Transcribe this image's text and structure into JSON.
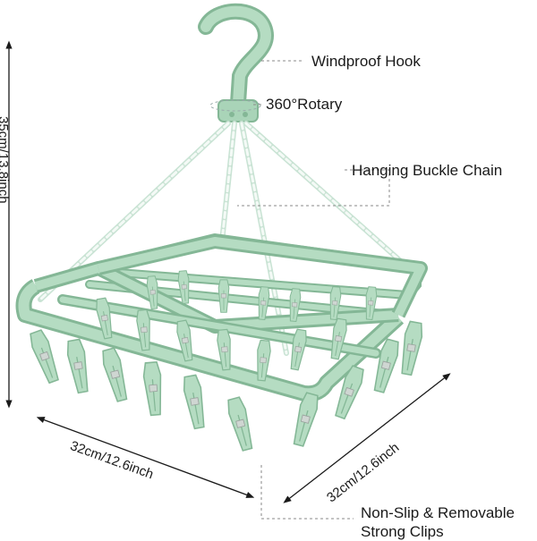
{
  "callouts": {
    "hook": "Windproof Hook",
    "rotary": "360°Rotary",
    "chain": "Hanging Buckle Chain",
    "clips_line1": "Non-Slip & Removable",
    "clips_line2": "Strong Clips"
  },
  "dimensions": {
    "height": "35cm/13.8inch",
    "width": "32cm/12.6inch",
    "depth": "32cm/12.6inch"
  },
  "colors": {
    "product": "#b5dcc2",
    "product_dark": "#84b796",
    "chain": "#e9f4ee",
    "dimension_line": "#1a1a1a",
    "leader": "#8a8a8a"
  }
}
